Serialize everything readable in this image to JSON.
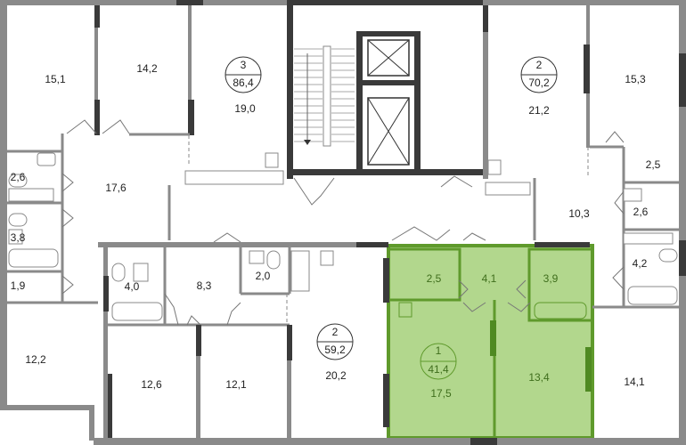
{
  "apartments": [
    {
      "rooms": "3",
      "total_area": "86,4"
    },
    {
      "rooms": "2",
      "total_area": "70,2"
    },
    {
      "rooms": "2",
      "total_area": "59,2"
    },
    {
      "rooms": "1",
      "total_area": "41,4",
      "highlighted": true
    }
  ],
  "rooms": {
    "r15_1": "15,1",
    "r14_2": "14,2",
    "r19_0": "19,0",
    "r17_6": "17,6",
    "r2_6_left": "2,6",
    "r3_8": "3,8",
    "r1_9": "1,9",
    "r12_2": "12,2",
    "r21_2": "21,2",
    "r15_3": "15,3",
    "r2_5_right": "2,5",
    "r2_6_right": "2,6",
    "r10_3": "10,3",
    "r4_2": "4,2",
    "r14_1": "14,1",
    "r4_0": "4,0",
    "r8_3": "8,3",
    "r2_0": "2,0",
    "r12_6": "12,6",
    "r12_1": "12,1",
    "r20_2": "20,2",
    "g2_5": "2,5",
    "g4_1": "4,1",
    "g3_9": "3,9",
    "g17_5": "17,5",
    "g13_4": "13,4"
  },
  "colors": {
    "highlight_fill": "#b2d78d",
    "highlight_border": "#5f9a2c",
    "highlight_text": "#3f6e1c",
    "wall": "#3a3a3a"
  }
}
